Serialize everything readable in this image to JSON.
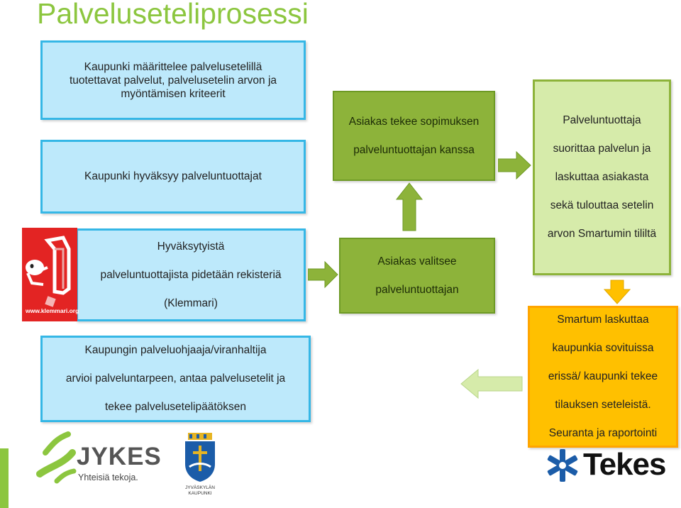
{
  "title": "Palveluseteliprosessi",
  "boxes": {
    "define_lines": [
      "Kaupunki  määrittelee  palvelusetelillä",
      "tuotettavat  palvelut, palvelusetelin arvon  ja",
      "myöntämisen  kriteerit"
    ],
    "approve": "Kaupunki hyväksyy  palveluntuottajat",
    "register_lines": [
      "Hyväksytyistä",
      "palveluntuottajista pidetään rekisteriä",
      "(Klemmari)"
    ],
    "assess_lines": [
      "Kaupungin  palveluohjaaja/viranhaltija",
      "arvioi palveluntarpeen, antaa palvelusetelit ja",
      "tekee  palvelusetelipäätöksen"
    ],
    "contract_lines": [
      "Asiakas  tekee  sopimuksen",
      "palveluntuottajan  kanssa"
    ],
    "choose_lines": [
      "Asiakas  valitsee",
      "palveluntuottajan"
    ],
    "provider_lines": [
      "Palveluntuottaja",
      "suorittaa  palvelun  ja",
      "laskuttaa  asiakasta",
      "sekä  tulouttaa  setelin",
      "arvon Smartumin tililtä"
    ],
    "smartum_lines": [
      "Smartum laskuttaa",
      "kaupunkia  sovituissa",
      "erissä/ kaupunki tekee",
      "tilauksen seteleistä.",
      "Seuranta ja raportointi"
    ]
  },
  "logos": {
    "klemmari": "www.klemmari.org",
    "jykes_name": "JYKES",
    "jykes_tagline": "Yhteisiä tekoja.",
    "jyvaskyla_line1": "JYVÄSKYLÄN",
    "jyvaskyla_line2": "KAUPUNKI",
    "tekes": "Tekes"
  },
  "colors": {
    "title": "#8cc63f",
    "blue_fill": "#bde9fb",
    "blue_border": "#35b7e6",
    "green_fill": "#8db33a",
    "light_green_fill": "#d6ebaa",
    "orange_fill": "#ffc000",
    "arrow_fill": "#8db33a",
    "arrow_orange": "#ffc000",
    "klemmari_red": "#e32423",
    "tekes_blue": "#1b5ca8"
  }
}
